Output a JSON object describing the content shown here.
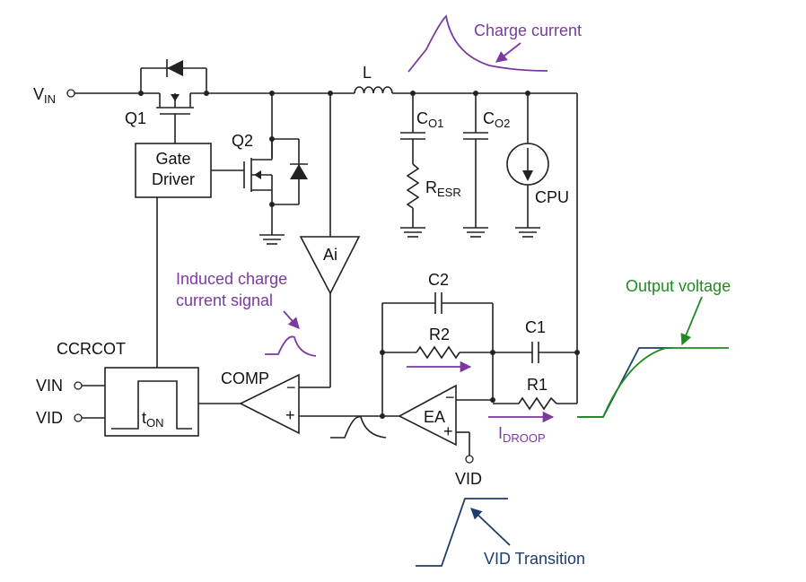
{
  "labels": {
    "vin_main": "V",
    "vin_main_sub": "IN",
    "q1": "Q1",
    "q2": "Q2",
    "gate_driver_line1": "Gate",
    "gate_driver_line2": "Driver",
    "inductor": "L",
    "co1": "C",
    "co1_sub": "O1",
    "co2": "C",
    "co2_sub": "O2",
    "resr": "R",
    "resr_sub": "ESR",
    "cpu": "CPU",
    "ai": "Ai",
    "c2": "C2",
    "r2": "R2",
    "c1": "C1",
    "r1": "R1",
    "ea": "EA",
    "ea_minus": "−",
    "ea_plus": "+",
    "comp": "COMP",
    "comp_minus": "−",
    "comp_plus": "+",
    "ccrcot": "CCRCOT",
    "vin_left": "VIN",
    "vid_left": "VID",
    "ton": "t",
    "ton_sub": "ON",
    "vid_bottom": "VID",
    "idroop": "I",
    "idroop_sub": "DROOP"
  },
  "annotations": {
    "charge_current": "Charge current",
    "induced_line1": "Induced charge",
    "induced_line2": "current signal",
    "output_voltage": "Output voltage",
    "vid_transition": "VID Transition"
  },
  "colors": {
    "annotation_purple": "#7a3aa0",
    "output_green": "#1e8c1e",
    "vid_blue": "#1c3d70",
    "wire": "#222222"
  }
}
